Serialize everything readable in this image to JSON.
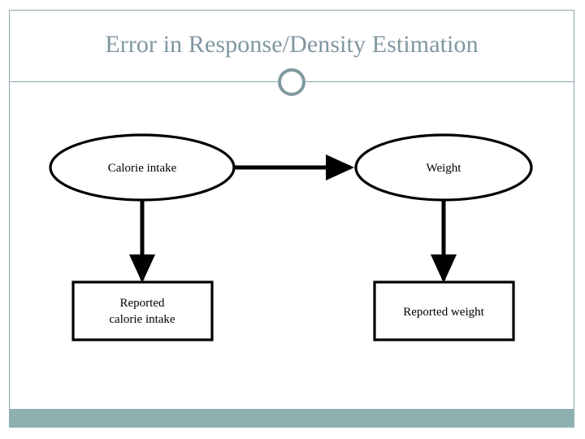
{
  "slide": {
    "title": "Error in Response/Density Estimation",
    "title_color": "#8097a0",
    "frame_border_color": "#8fa6ab",
    "accent_bar_color": "#8fb0b0",
    "background_color": "#ffffff"
  },
  "divider": {
    "line_color": "#8fa6ab",
    "ornament": "ring"
  },
  "diagram": {
    "stroke_color": "#000000",
    "nodes": [
      {
        "id": "calorie-intake",
        "shape": "ellipse",
        "label": "Calorie intake",
        "lines": [
          "Calorie intake"
        ]
      },
      {
        "id": "weight",
        "shape": "ellipse",
        "label": "Weight",
        "lines": [
          "Weight"
        ]
      },
      {
        "id": "reported-calorie-intake",
        "shape": "rectangle",
        "label": "Reported calorie intake",
        "lines": [
          "Reported",
          "calorie intake"
        ]
      },
      {
        "id": "reported-weight",
        "shape": "rectangle",
        "label": "Reported weight",
        "lines": [
          "Reported weight"
        ]
      }
    ],
    "edges": [
      {
        "id": "calorie-to-weight",
        "from": "calorie-intake",
        "to": "weight",
        "direction": "right"
      },
      {
        "id": "calorie-to-reported-calorie",
        "from": "calorie-intake",
        "to": "reported-calorie-intake",
        "direction": "down"
      },
      {
        "id": "weight-to-reported-weight",
        "from": "weight",
        "to": "reported-weight",
        "direction": "down"
      }
    ]
  }
}
